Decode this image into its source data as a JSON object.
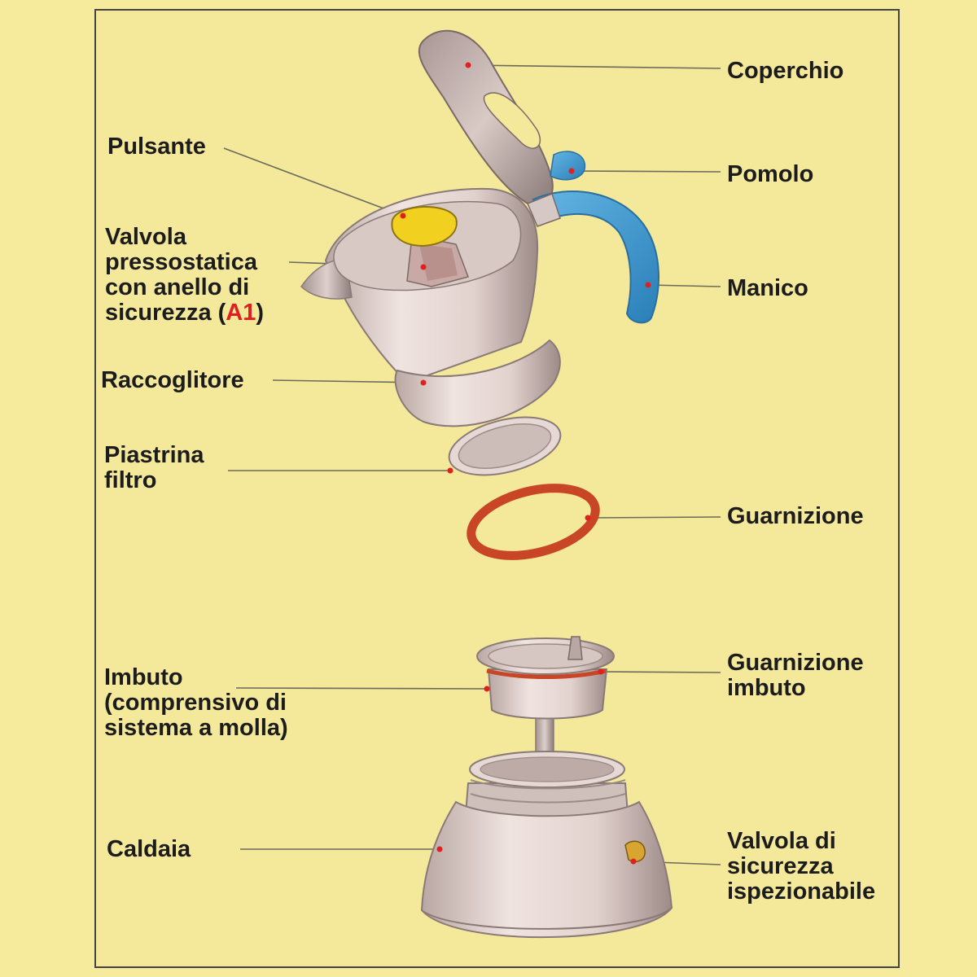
{
  "colors": {
    "background": "#f6eb9d",
    "panel": "#f4e89a",
    "frame": "#444444",
    "leader": "#6b6b5a",
    "metal": "#e8dad6",
    "metal_shadow": "#9c8b88",
    "handle_blue": "#3f9fd4",
    "gasket_red": "#c84525",
    "button_yellow": "#f2d020",
    "marker_red": "#e02020",
    "label_accent": "#e02020"
  },
  "parts": {
    "coperchio": "Coperchio",
    "pomolo": "Pomolo",
    "manico": "Manico",
    "pulsante": "Pulsante",
    "valvola_pressostatica": {
      "line1": "Valvola",
      "line2": "pressostatica",
      "line3": "con anello di",
      "line4_prefix": "sicurezza (",
      "line4_code": "A1",
      "line4_suffix": ")"
    },
    "raccoglitore": "Raccoglitore",
    "piastrina_filtro": {
      "line1": "Piastrina",
      "line2": "filtro"
    },
    "guarnizione": "Guarnizione",
    "guarnizione_imbuto": {
      "line1": "Guarnizione",
      "line2": "imbuto"
    },
    "imbuto": {
      "line1": "Imbuto",
      "line2": "(comprensivo di",
      "line3": "sistema a molla)"
    },
    "caldaia": "Caldaia",
    "valvola_sicurezza": {
      "line1": "Valvola di",
      "line2": "sicurezza",
      "line3": "ispezionabile"
    }
  }
}
